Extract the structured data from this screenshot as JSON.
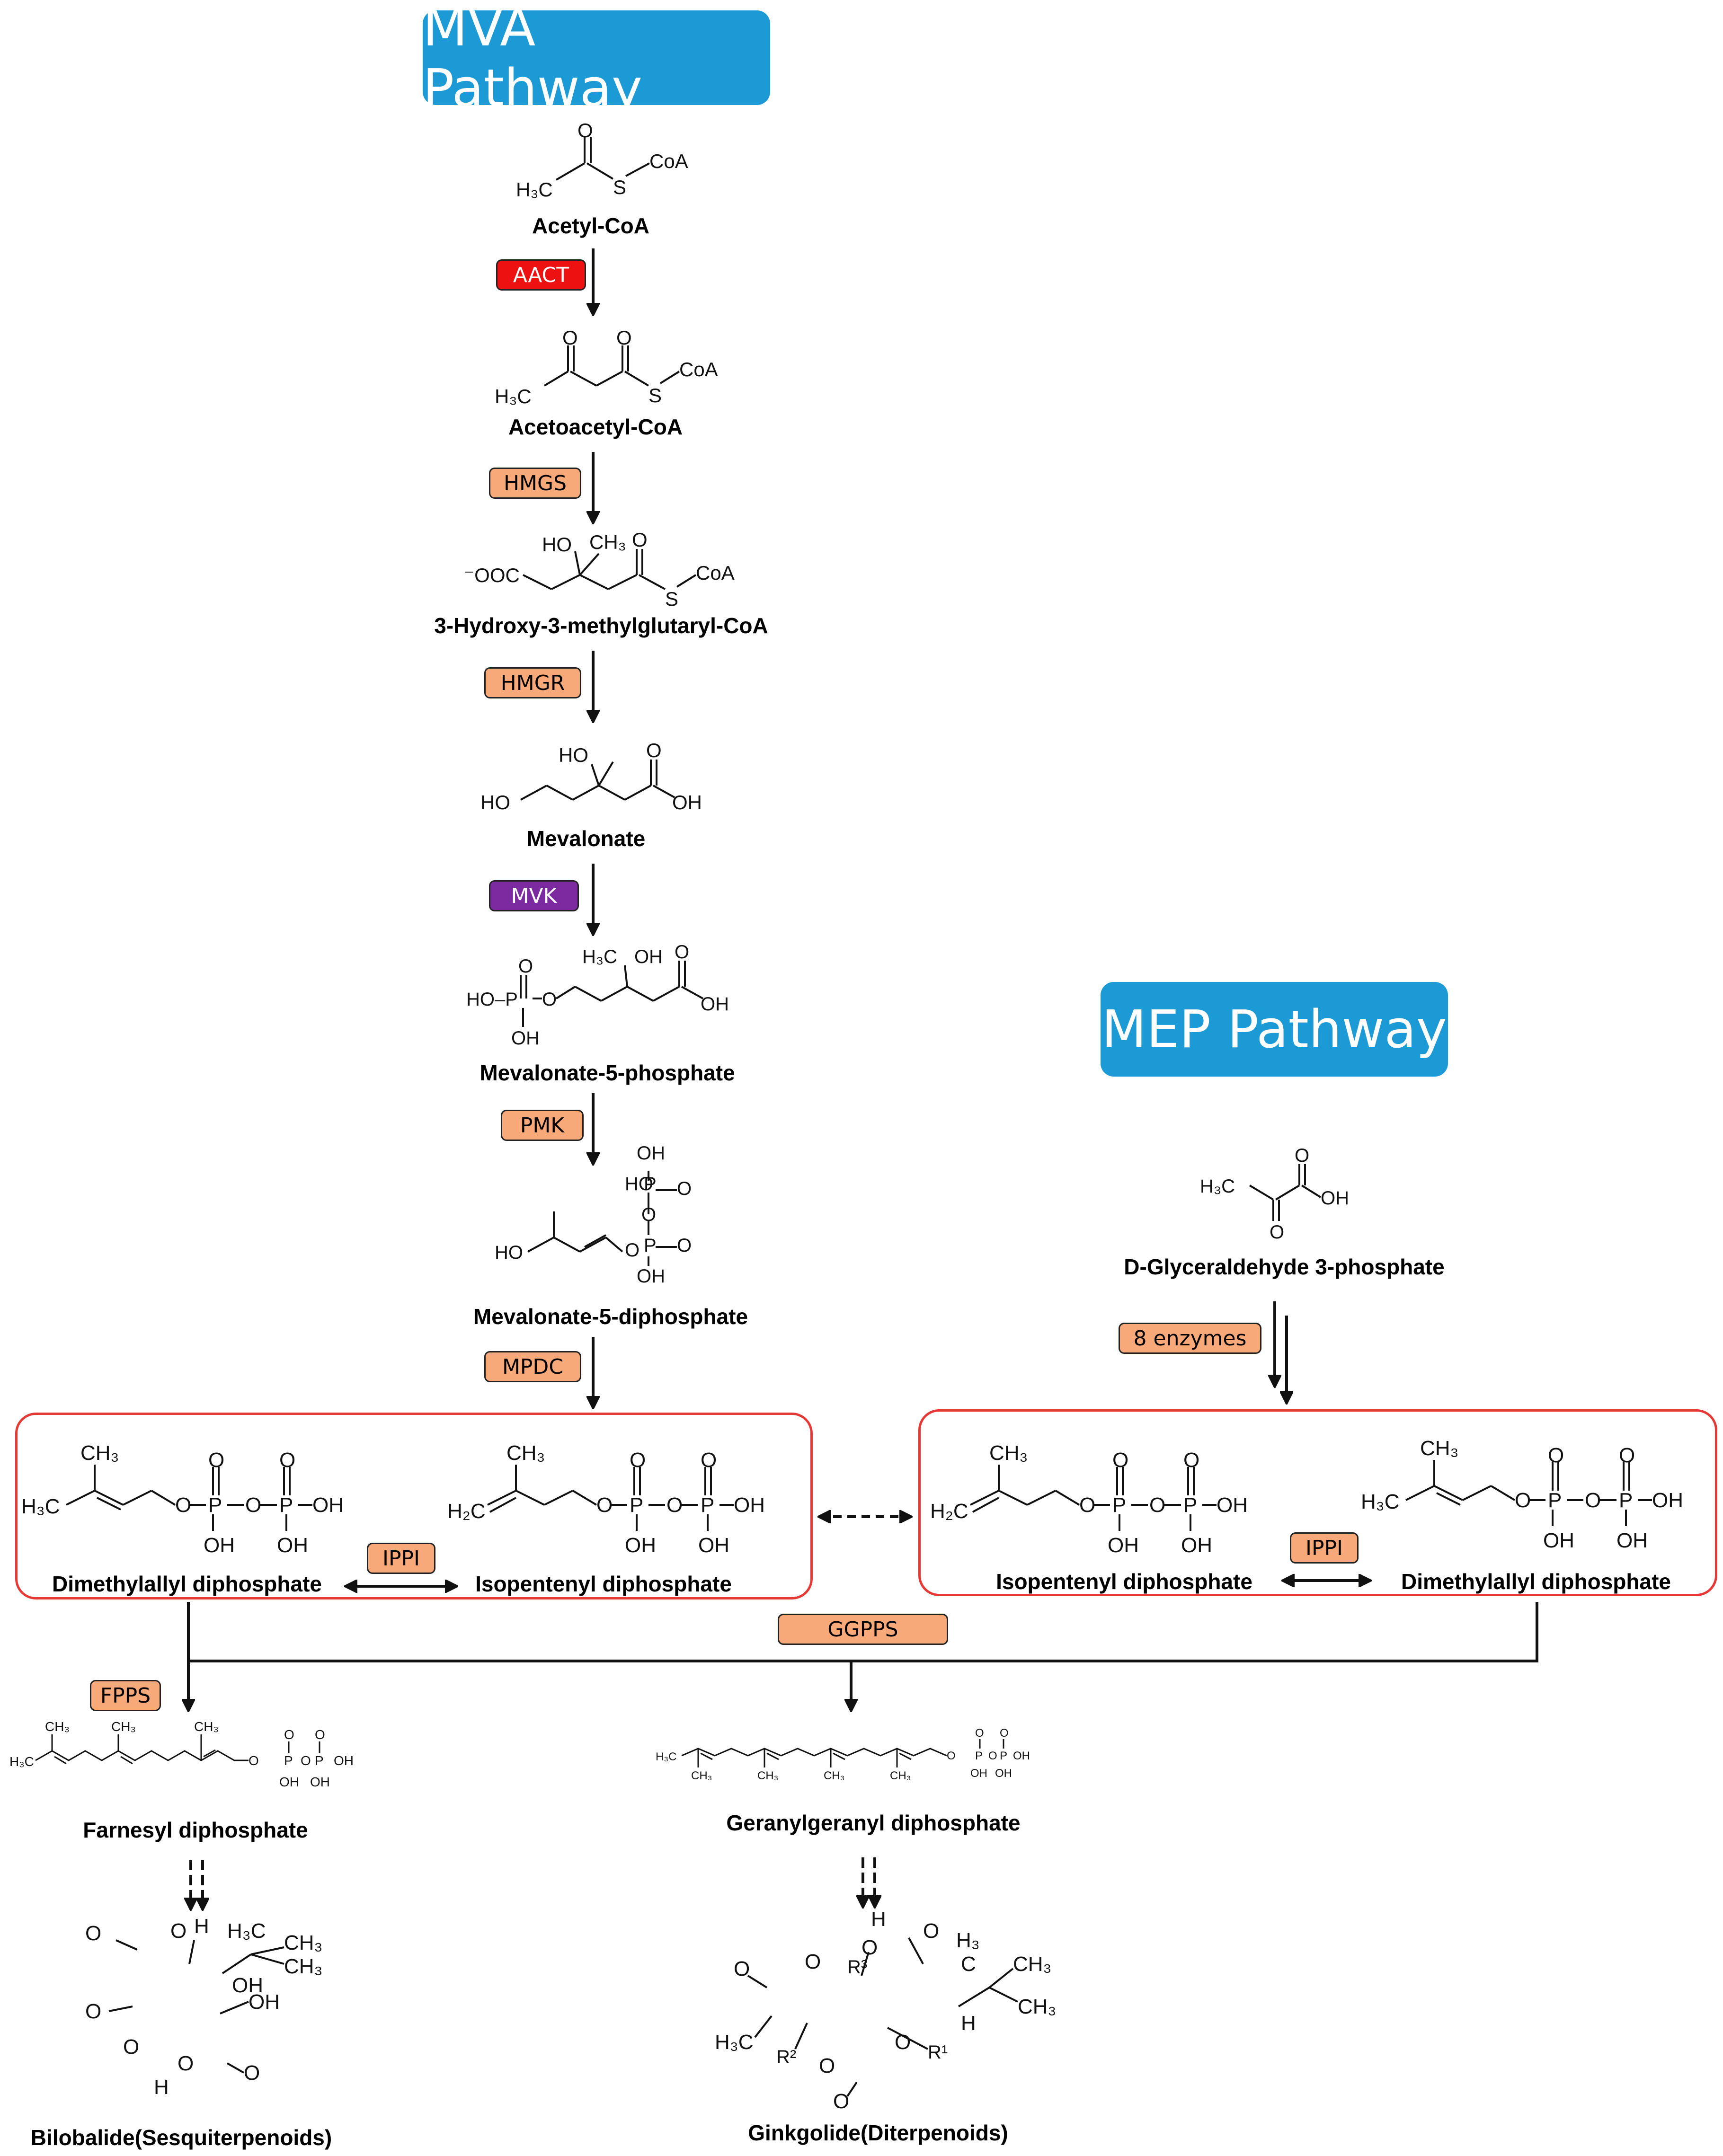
{
  "titles": {
    "mva": "MVA Pathway",
    "mep": "MEP Pathway"
  },
  "colors": {
    "title_bg": "#1b9ad6",
    "aact": "#ee1111",
    "mvk": "#7b2aa0",
    "enzyme": "#f8a97a",
    "pool_border": "#e53935"
  },
  "enzymes": {
    "aact": "AACT",
    "hmgs": "HMGS",
    "hmgr": "HMGR",
    "mvk": "MVK",
    "pmk": "PMK",
    "mpdc": "MPDC",
    "eight": "8 enzymes",
    "ippi_left": "IPPI",
    "ippi_right": "IPPI",
    "ggpps": "GGPPS",
    "fpps": "FPPS"
  },
  "compounds": {
    "acetyl_coa": "Acetyl-CoA",
    "acetoacetyl_coa": "Acetoacetyl-CoA",
    "hmg_coa": "3-Hydroxy-3-methylglutaryl-CoA",
    "mevalonate": "Mevalonate",
    "mev5p": "Mevalonate-5-phosphate",
    "mev5pp": "Mevalonate-5-diphosphate",
    "g3p": "D-Glyceraldehyde 3-phosphate",
    "dmapp_left": "Dimethylallyl diphosphate",
    "ipp_left": "Isopentenyl diphosphate",
    "ipp_right": "Isopentenyl diphosphate",
    "dmapp_right": "Dimethylallyl diphosphate",
    "fpp": "Farnesyl diphosphate",
    "ggpp": "Geranylgeranyl diphosphate",
    "bilobalide": "Bilobalide(Sesquiterpenoids)",
    "ginkgolide": "Ginkgolide(Diterpenoids)"
  },
  "atoms": {
    "o": "O",
    "oh": "OH",
    "ho": "HO",
    "h3c": "H₃C",
    "ch3": "CH₃",
    "coa": "CoA",
    "s": "S",
    "p": "P",
    "h2c": "H₂C",
    "h": "H",
    "ooc": "⁻OOC",
    "ho_p": "HO–P",
    "r1": "R¹",
    "r2": "R²",
    "r3": "R³",
    "h3": "H₃",
    "c": "C"
  }
}
